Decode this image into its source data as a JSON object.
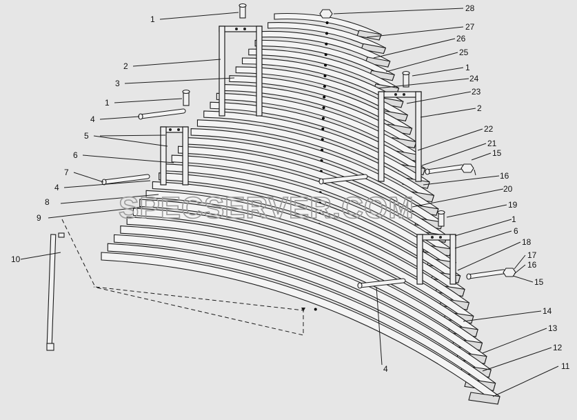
{
  "watermark": "SPECSERVER.COM",
  "callouts": [
    "1",
    "2",
    "3",
    "1",
    "4",
    "5",
    "6",
    "7",
    "4",
    "8",
    "9",
    "10",
    "28",
    "27",
    "26",
    "25",
    "1",
    "24",
    "23",
    "2",
    "22",
    "21",
    "15",
    "16",
    "20",
    "19",
    "1",
    "6",
    "18",
    "17",
    "16",
    "15",
    "14",
    "13",
    "12",
    "11",
    "4"
  ]
}
